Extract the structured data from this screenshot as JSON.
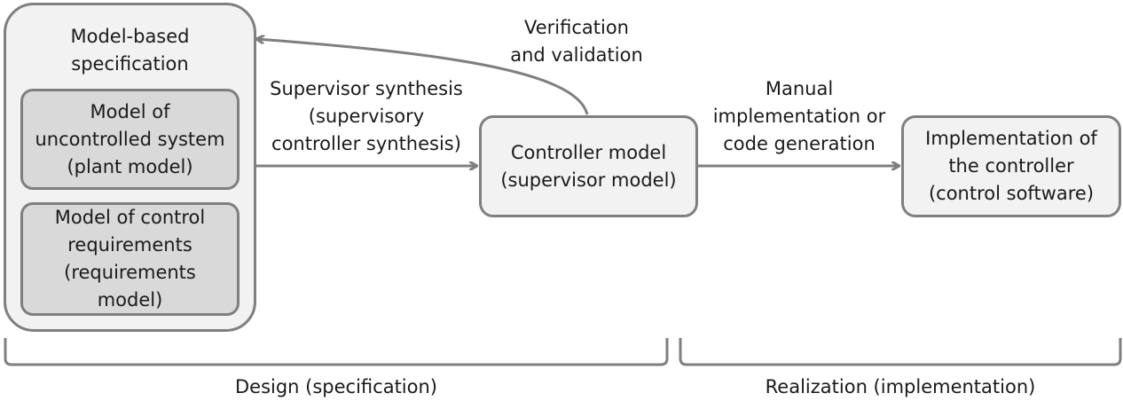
{
  "outer_box": {
    "title": [
      "Model-based",
      "specification"
    ]
  },
  "plant_box": {
    "lines": [
      "Model of",
      "uncontrolled system",
      "(plant model)"
    ]
  },
  "requirements_box": {
    "lines": [
      "Model of control",
      "requirements",
      "(requirements",
      "model)"
    ]
  },
  "controller_box": {
    "lines": [
      "Controller model",
      "(supervisor model)"
    ]
  },
  "implementation_box": {
    "lines": [
      "Implementation of",
      "the controller",
      "(control software)"
    ]
  },
  "synthesis_label": {
    "lines": [
      "Supervisor synthesis",
      "(supervisory",
      "controller synthesis)"
    ]
  },
  "verification_label": {
    "lines": [
      "Verification",
      "and validation"
    ]
  },
  "manual_label": {
    "lines": [
      "Manual",
      "implementation or",
      "code generation"
    ]
  },
  "phases": {
    "design": "Design (specification)",
    "realization": "Realization (implementation)"
  },
  "colors": {
    "stroke": "#7f7f7f",
    "outer_fill": "#f2f2f2",
    "inner_fill": "#d9d9d9"
  }
}
